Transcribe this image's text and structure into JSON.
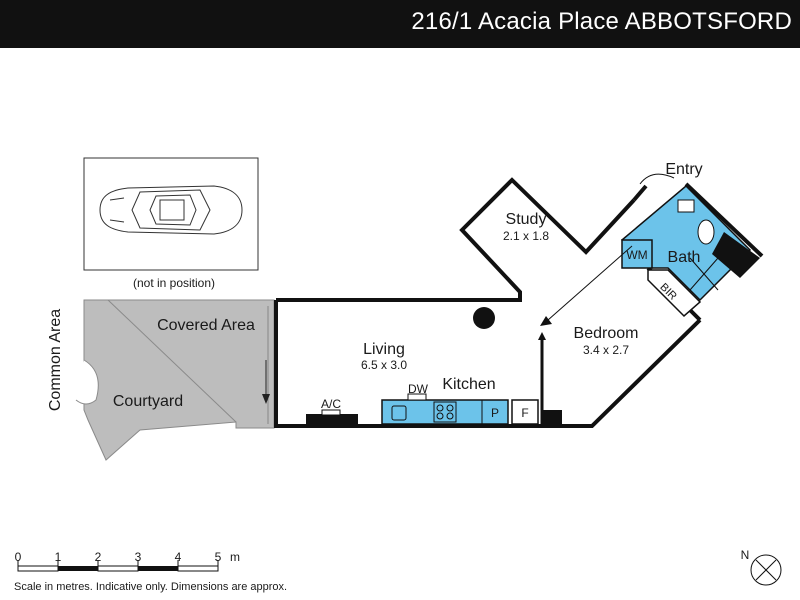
{
  "header": {
    "title": "216/1 Acacia Place ABBOTSFORD"
  },
  "car": {
    "caption": "(not in position)"
  },
  "rooms": {
    "common_area": "Common Area",
    "covered_area": "Covered Area",
    "courtyard": "Courtyard",
    "living": {
      "name": "Living",
      "dims": "6.5 x 3.0"
    },
    "kitchen": "Kitchen",
    "study": {
      "name": "Study",
      "dims": "2.1 x 1.8"
    },
    "bedroom": {
      "name": "Bedroom",
      "dims": "3.4 x 2.7"
    },
    "bath": "Bath",
    "entry": "Entry"
  },
  "fixtures": {
    "ac": "A/C",
    "dw": "DW",
    "pantry": "P",
    "fridge": "F",
    "wm": "WM",
    "bir": "BIR"
  },
  "scale": {
    "ticks": [
      "0",
      "1",
      "2",
      "3",
      "4",
      "5"
    ],
    "unit": "m",
    "note": "Scale in metres. Indicative only. Dimensions are approx."
  },
  "compass": {
    "north": "N"
  },
  "colors": {
    "header_bg": "#111111",
    "wet_area": "#6cc3ea",
    "outdoor": "#bdbdbd",
    "wall": "#111111"
  }
}
